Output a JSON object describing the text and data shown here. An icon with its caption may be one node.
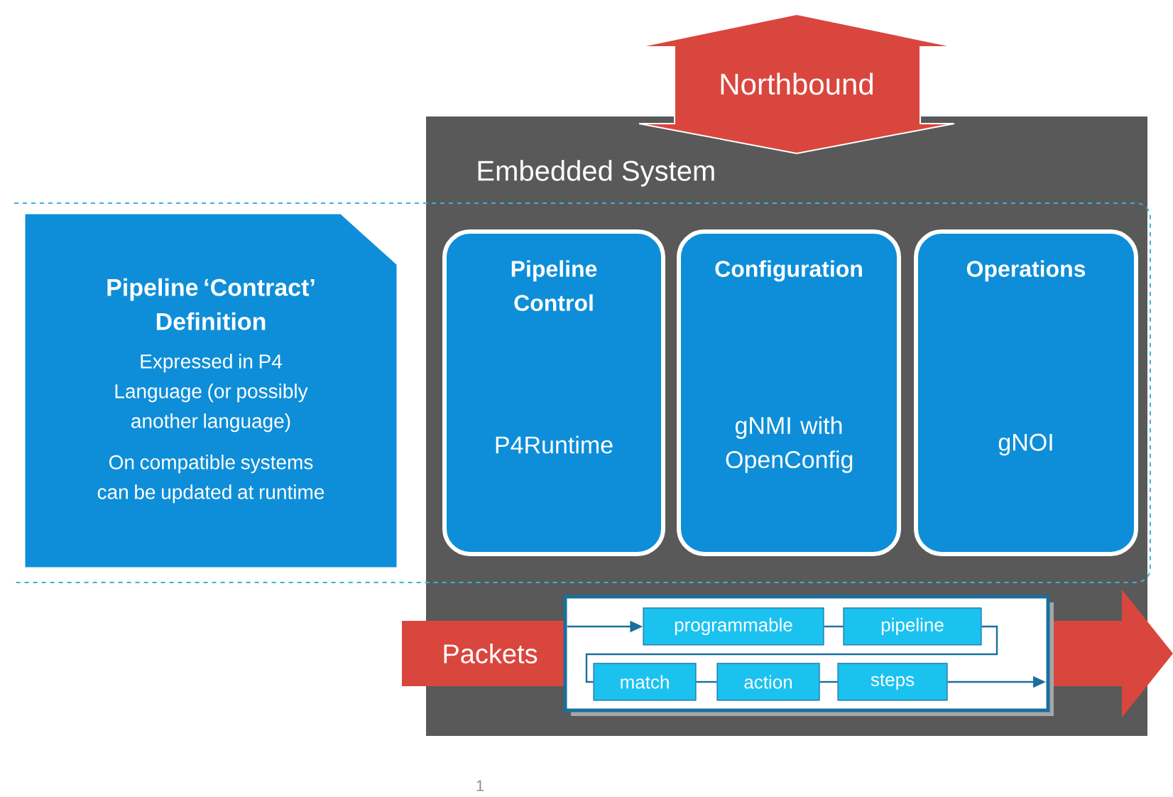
{
  "diagram": {
    "nodes": [
      {
        "text": [
          "Embedded System"
        ]
      },
      {
        "text": [
          "Northbound"
        ]
      },
      {
        "text": [
          "Pipeline ‘Contract’ Definition",
          "Expressed in P4 Language (or possibly another language)",
          "On compatible systems can be updated at runtime"
        ]
      },
      {
        "text": [
          "Pipeline Control",
          "P4Runtime"
        ],
        "in": 0
      },
      {
        "text": [
          "Configuration",
          "gNMI with OpenConfig"
        ],
        "in": 0
      },
      {
        "text": [
          "Operations",
          "gNOI"
        ],
        "in": 0
      },
      {
        "text": [
          "Packets"
        ]
      },
      {
        "text": [],
        "shape": "box",
        "in": 6
      },
      {
        "text": [
          "programmable"
        ],
        "in": 7
      },
      {
        "text": [
          "pipeline"
        ],
        "in": 7
      },
      {
        "text": [
          "match"
        ],
        "in": 7
      },
      {
        "text": [
          "action"
        ],
        "in": 7
      },
      {
        "text": [
          "steps"
        ],
        "in": 7
      }
    ],
    "edges": [
      {
        "from": 7,
        "to": 8,
        "arrow": "to"
      },
      {
        "from": 8,
        "to": 9,
        "arrow": "none"
      },
      {
        "from": 9,
        "to": 10,
        "arrow": "none"
      },
      {
        "from": 10,
        "to": 11,
        "arrow": "none"
      },
      {
        "from": 11,
        "to": 12,
        "arrow": "none"
      },
      {
        "from": 12,
        "to": 7,
        "arrow": "to"
      }
    ],
    "labels": [
      "1"
    ]
  }
}
